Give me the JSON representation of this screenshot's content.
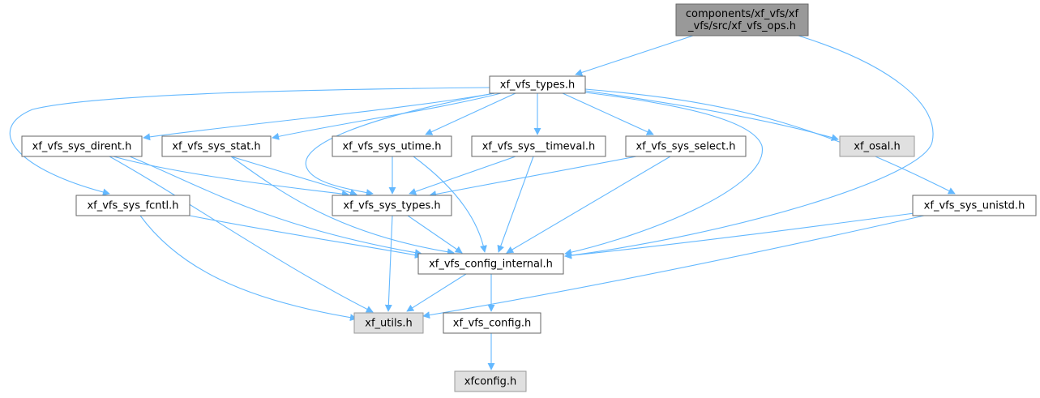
{
  "colors": {
    "edge": "#63b8ff",
    "node_fill": "#ffffff",
    "node_stroke": "#666666",
    "root_fill": "#999999",
    "root_stroke": "#666666",
    "external_fill": "#e0e0e0",
    "external_stroke": "#999999"
  },
  "nodes": [
    {
      "id": "ops",
      "lines": [
        "components/xf_vfs/xf",
        "_vfs/src/xf_vfs_ops.h"
      ],
      "kind": "root"
    },
    {
      "id": "types",
      "lines": [
        "xf_vfs_types.h"
      ],
      "kind": "normal"
    },
    {
      "id": "dirent",
      "lines": [
        "xf_vfs_sys_dirent.h"
      ],
      "kind": "normal"
    },
    {
      "id": "stat",
      "lines": [
        "xf_vfs_sys_stat.h"
      ],
      "kind": "normal"
    },
    {
      "id": "utime",
      "lines": [
        "xf_vfs_sys_utime.h"
      ],
      "kind": "normal"
    },
    {
      "id": "timeval",
      "lines": [
        "xf_vfs_sys__timeval.h"
      ],
      "kind": "normal"
    },
    {
      "id": "select",
      "lines": [
        "xf_vfs_sys_select.h"
      ],
      "kind": "normal"
    },
    {
      "id": "osal",
      "lines": [
        "xf_osal.h"
      ],
      "kind": "external"
    },
    {
      "id": "fcntl",
      "lines": [
        "xf_vfs_sys_fcntl.h"
      ],
      "kind": "normal"
    },
    {
      "id": "systypes",
      "lines": [
        "xf_vfs_sys_types.h"
      ],
      "kind": "normal"
    },
    {
      "id": "unistd",
      "lines": [
        "xf_vfs_sys_unistd.h"
      ],
      "kind": "normal"
    },
    {
      "id": "cfgint",
      "lines": [
        "xf_vfs_config_internal.h"
      ],
      "kind": "normal"
    },
    {
      "id": "utils",
      "lines": [
        "xf_utils.h"
      ],
      "kind": "external"
    },
    {
      "id": "vfscfg",
      "lines": [
        "xf_vfs_config.h"
      ],
      "kind": "normal"
    },
    {
      "id": "xfcfg",
      "lines": [
        "xfconfig.h"
      ],
      "kind": "external"
    }
  ],
  "edges": [
    [
      "ops",
      "types"
    ],
    [
      "ops",
      "cfgint"
    ],
    [
      "types",
      "dirent"
    ],
    [
      "types",
      "stat"
    ],
    [
      "types",
      "utime"
    ],
    [
      "types",
      "timeval"
    ],
    [
      "types",
      "select"
    ],
    [
      "types",
      "osal"
    ],
    [
      "types",
      "unistd"
    ],
    [
      "types",
      "fcntl"
    ],
    [
      "types",
      "systypes"
    ],
    [
      "types",
      "cfgint"
    ],
    [
      "dirent",
      "systypes"
    ],
    [
      "dirent",
      "cfgint"
    ],
    [
      "dirent",
      "utils"
    ],
    [
      "stat",
      "systypes"
    ],
    [
      "stat",
      "cfgint"
    ],
    [
      "utime",
      "systypes"
    ],
    [
      "utime",
      "cfgint"
    ],
    [
      "timeval",
      "systypes"
    ],
    [
      "timeval",
      "cfgint"
    ],
    [
      "select",
      "systypes"
    ],
    [
      "select",
      "cfgint"
    ],
    [
      "fcntl",
      "cfgint"
    ],
    [
      "fcntl",
      "utils"
    ],
    [
      "systypes",
      "cfgint"
    ],
    [
      "systypes",
      "utils"
    ],
    [
      "unistd",
      "cfgint"
    ],
    [
      "unistd",
      "utils"
    ],
    [
      "cfgint",
      "utils"
    ],
    [
      "cfgint",
      "vfscfg"
    ],
    [
      "vfscfg",
      "xfcfg"
    ]
  ]
}
